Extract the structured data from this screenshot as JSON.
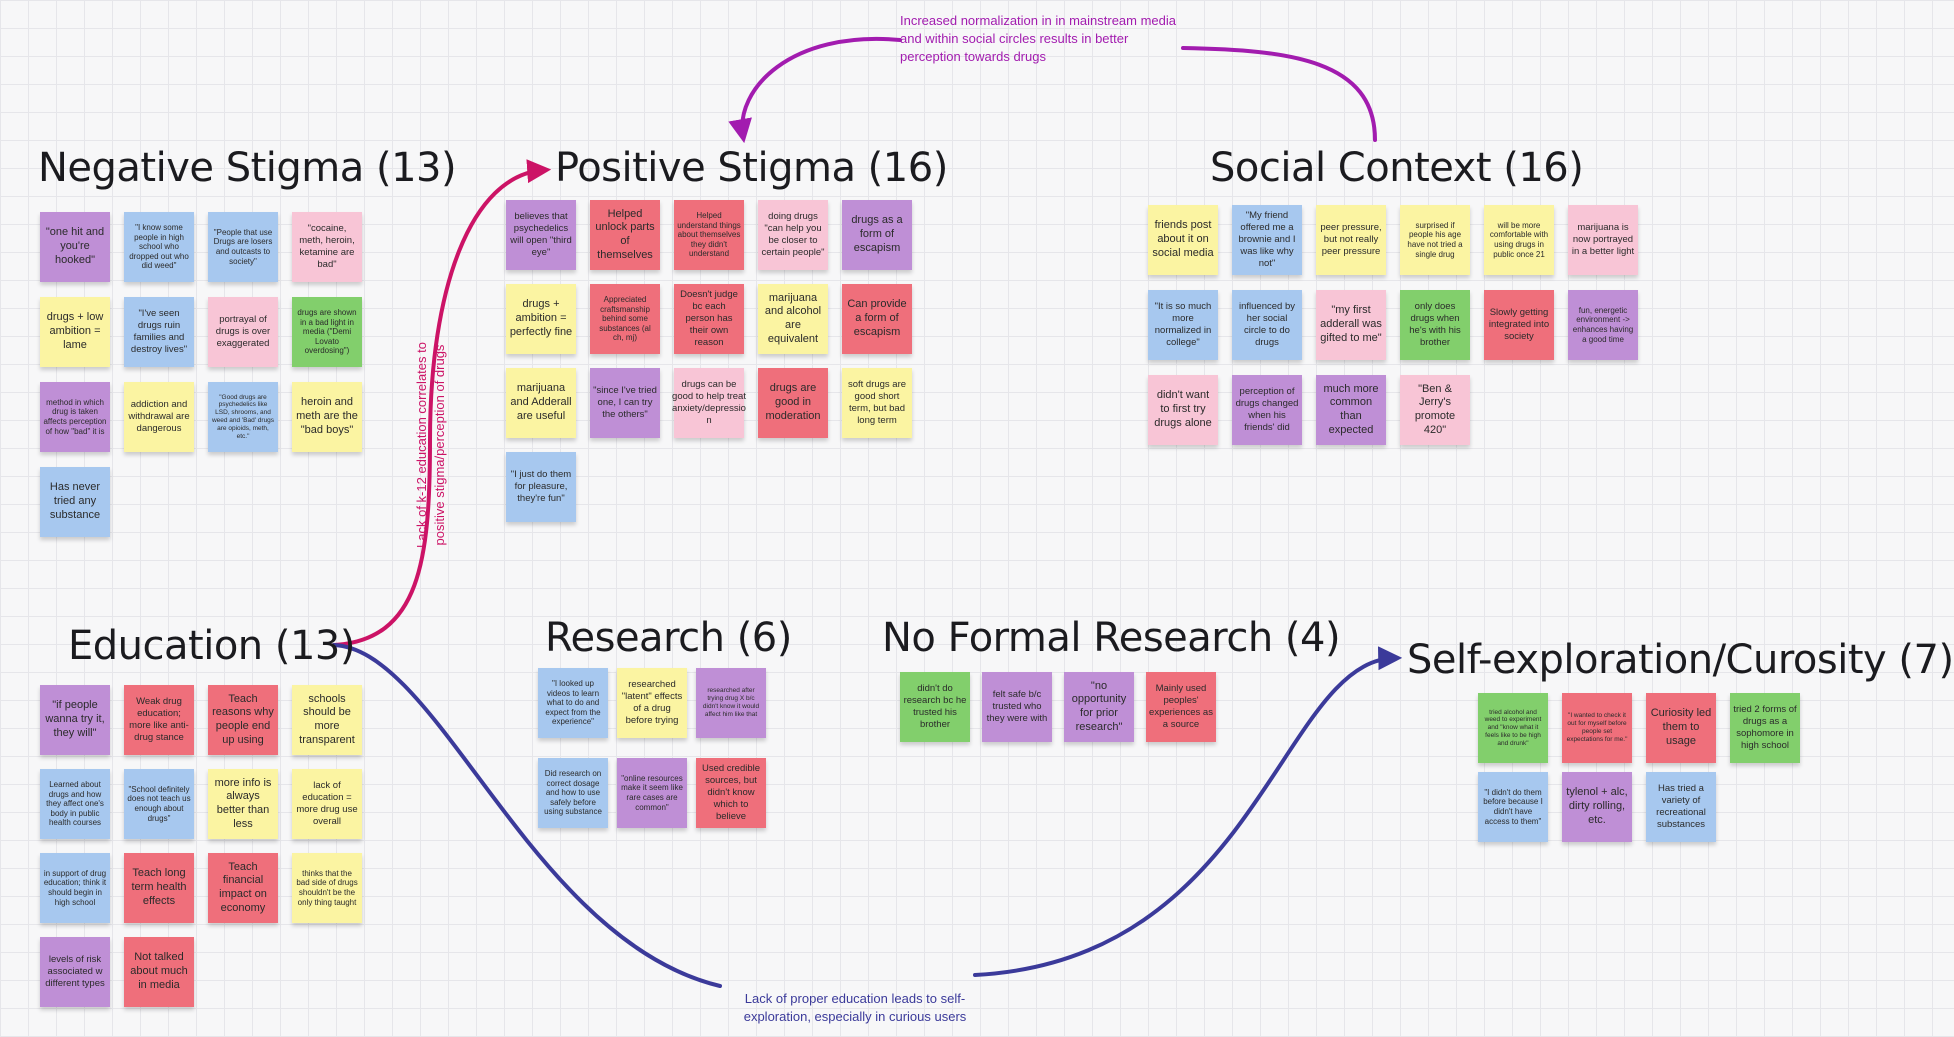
{
  "colors": {
    "purple": "#bf8fd6",
    "blue": "#a7c8ef",
    "yellow": "#fbf4a2",
    "pink": "#f8c5d6",
    "red": "#ef6f7b",
    "green": "#82cf6c",
    "arrow_purple": "#a21caf",
    "arrow_magenta": "#cc1366",
    "arrow_navy": "#3b3a9a"
  },
  "annotations": {
    "normalization": "Increased normalization in in mainstream media and within social circles results in better perception towards drugs",
    "k12": "Lack of k-12 education correlates to positive stigma/perception of drugs",
    "self_exploration": "Lack of proper education leads to self-exploration, especially in curious users"
  },
  "clusters": [
    {
      "title": "Negative Stigma (13)",
      "notes": [
        {
          "text": "\"one hit and you're hooked\"",
          "color": "purple"
        },
        {
          "text": "\"I know some people in high school who dropped out who did weed\"",
          "color": "blue"
        },
        {
          "text": "\"People that use Drugs are losers and outcasts to society\"",
          "color": "blue"
        },
        {
          "text": "\"cocaine, meth, heroin, ketamine are bad\"",
          "color": "pink"
        },
        {
          "text": "drugs + low ambition = lame",
          "color": "yellow"
        },
        {
          "text": "\"I've seen drugs ruin families and destroy lives\"",
          "color": "blue"
        },
        {
          "text": "portrayal of drugs is over exaggerated",
          "color": "pink"
        },
        {
          "text": "drugs are shown in a bad light in media (\"Demi Lovato overdosing\")",
          "color": "green"
        },
        {
          "text": "method in which drug is taken affects perception of how \"bad\" it is",
          "color": "purple"
        },
        {
          "text": "addiction and withdrawal are dangerous",
          "color": "yellow"
        },
        {
          "text": "\"Good drugs are psychedelics like LSD, shrooms, and weed and 'Bad' drugs are opioids, meth, etc.\"",
          "color": "blue"
        },
        {
          "text": "heroin and meth are the \"bad boys\"",
          "color": "yellow"
        },
        {
          "text": "Has never tried any substance",
          "color": "blue"
        }
      ]
    },
    {
      "title": "Positive Stigma (16)",
      "notes": [
        {
          "text": "believes that psychedelics will open \"third eye\"",
          "color": "purple"
        },
        {
          "text": "Helped unlock parts of themselves",
          "color": "red"
        },
        {
          "text": "Helped understand things about themselves they didn't understand",
          "color": "red"
        },
        {
          "text": "doing drugs \"can help you be closer to certain people\"",
          "color": "pink"
        },
        {
          "text": "drugs as a form of escapism",
          "color": "purple"
        },
        {
          "text": "drugs + ambition = perfectly fine",
          "color": "yellow"
        },
        {
          "text": "Appreciated craftsmanship behind some substances (al ch, mj)",
          "color": "red"
        },
        {
          "text": "Doesn't judge bc each person has their own reason",
          "color": "red"
        },
        {
          "text": "marijuana and alcohol are equivalent",
          "color": "yellow"
        },
        {
          "text": "Can provide a form of escapism",
          "color": "red"
        },
        {
          "text": "marijuana and Adderall are useful",
          "color": "yellow"
        },
        {
          "text": "\"since I've tried one, I can try the others\"",
          "color": "purple"
        },
        {
          "text": "drugs can be good to help treat anxiety/depressio n",
          "color": "pink"
        },
        {
          "text": "drugs are good in moderation",
          "color": "red"
        },
        {
          "text": "soft drugs are good short term, but bad long term",
          "color": "yellow"
        },
        {
          "text": "\"I just do them for pleasure, they're fun\"",
          "color": "blue"
        }
      ]
    },
    {
      "title": "Social Context (16)",
      "notes": [
        {
          "text": "friends post about it on social media",
          "color": "yellow"
        },
        {
          "text": "\"My friend offered me a brownie and I was like why not\"",
          "color": "blue"
        },
        {
          "text": "peer pressure, but not really peer pressure",
          "color": "yellow"
        },
        {
          "text": "surprised if people his age have not tried a single drug",
          "color": "yellow"
        },
        {
          "text": "will be more comfortable with using drugs in public once 21",
          "color": "yellow"
        },
        {
          "text": "marijuana is now portrayed in a better light",
          "color": "pink"
        },
        {
          "text": "\"It is so much more normalized in college\"",
          "color": "blue"
        },
        {
          "text": "influenced by her social circle to do drugs",
          "color": "blue"
        },
        {
          "text": "\"my first adderall was gifted to me\"",
          "color": "pink"
        },
        {
          "text": "only does drugs when he's with his brother",
          "color": "green"
        },
        {
          "text": "Slowly getting integrated into society",
          "color": "red"
        },
        {
          "text": "fun, energetic environment -> enhances having a good time",
          "color": "purple"
        },
        {
          "text": "didn't want to first try drugs alone",
          "color": "pink"
        },
        {
          "text": "perception of drugs changed when his friends' did",
          "color": "purple"
        },
        {
          "text": "much more common than expected",
          "color": "purple"
        },
        {
          "text": "\"Ben & Jerry's promote 420\"",
          "color": "pink"
        }
      ]
    },
    {
      "title": "Education (13)",
      "notes": [
        {
          "text": "\"if people wanna try it, they will\"",
          "color": "purple"
        },
        {
          "text": "Weak drug education; more like anti-drug stance",
          "color": "red"
        },
        {
          "text": "Teach reasons why people end up using",
          "color": "red"
        },
        {
          "text": "schools should be more transparent",
          "color": "yellow"
        },
        {
          "text": "Learned about drugs and how they affect one's body in public health courses",
          "color": "blue"
        },
        {
          "text": "\"School definitely does not teach us enough about drugs\"",
          "color": "blue"
        },
        {
          "text": "more info is always better than less",
          "color": "yellow"
        },
        {
          "text": "lack of education = more drug use overall",
          "color": "yellow"
        },
        {
          "text": "in support of drug education; think it should begin in high school",
          "color": "blue"
        },
        {
          "text": "Teach long term health effects",
          "color": "red"
        },
        {
          "text": "Teach financial impact on economy",
          "color": "red"
        },
        {
          "text": "thinks that the bad side of drugs shouldn't be the only thing taught",
          "color": "yellow"
        },
        {
          "text": "levels of risk associated w different types",
          "color": "purple"
        },
        {
          "text": "Not talked about much in media",
          "color": "red"
        }
      ]
    },
    {
      "title": "Research (6)",
      "notes": [
        {
          "text": "\"I looked up videos to learn what to do and expect from the experience\"",
          "color": "blue"
        },
        {
          "text": "researched \"latent\" effects of a drug before trying",
          "color": "yellow"
        },
        {
          "text": "researched after trying drug X b/c didn't know it would affect him like that",
          "color": "purple"
        },
        {
          "text": "Did research on correct dosage and how to use safely before using substance",
          "color": "blue"
        },
        {
          "text": "\"online resources make it seem like rare cases are common\"",
          "color": "purple"
        },
        {
          "text": "Used credible sources, but didn't know which to believe",
          "color": "red"
        }
      ]
    },
    {
      "title": "No Formal Research (4)",
      "notes": [
        {
          "text": "didn't do research bc he trusted his brother",
          "color": "green"
        },
        {
          "text": "felt safe b/c trusted who they were with",
          "color": "purple"
        },
        {
          "text": "\"no opportunity for prior research\"",
          "color": "purple"
        },
        {
          "text": "Mainly used peoples' experiences as a source",
          "color": "red"
        }
      ]
    },
    {
      "title": "Self-exploration/Curosity (7)",
      "notes": [
        {
          "text": "tried alcohol and weed to experiment and \"know what it feels like to be high and drunk\"",
          "color": "green"
        },
        {
          "text": "\"I wanted to check it out for myself before people set expectations for me.\"",
          "color": "red"
        },
        {
          "text": "Curiosity led them to usage",
          "color": "red"
        },
        {
          "text": "tried 2 forms of drugs as a sophomore in high school",
          "color": "green"
        },
        {
          "text": "\"I didn't do them before because I didn't have access to them\"",
          "color": "blue"
        },
        {
          "text": "tylenol + alc, dirty rolling, etc.",
          "color": "purple"
        },
        {
          "text": "Has tried a variety of recreational substances",
          "color": "blue"
        }
      ]
    }
  ]
}
